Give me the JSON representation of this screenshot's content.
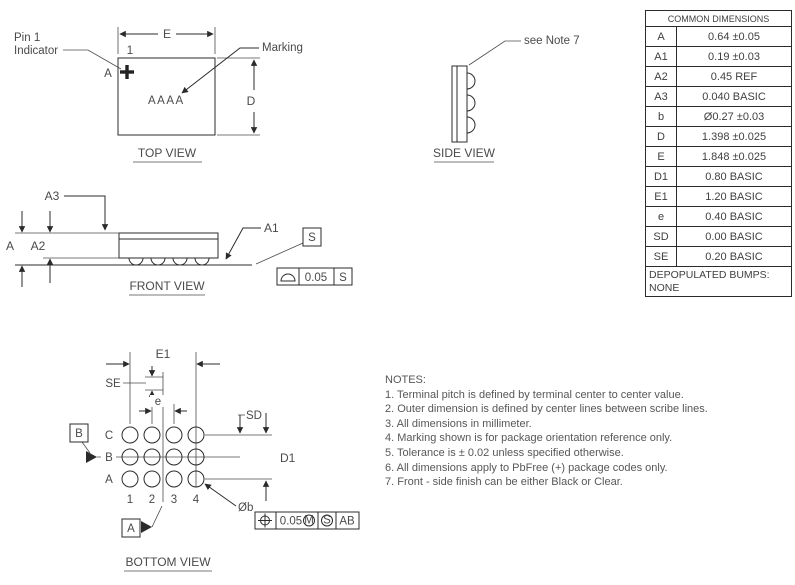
{
  "colors": {
    "ink": "#2b2b2b",
    "text": "#4a4a4a"
  },
  "top_view": {
    "title": "TOP VIEW",
    "pin1_line1": "Pin 1",
    "pin1_line2": "Indicator",
    "pin1_number": "1",
    "datum_a": "A",
    "marking_label": "Marking",
    "marking_text": "AAAA",
    "dim_e": "E",
    "dim_d": "D"
  },
  "side_view": {
    "title": "SIDE VIEW",
    "note_ref": "see Note 7"
  },
  "front_view": {
    "title": "FRONT VIEW",
    "dim_a": "A",
    "dim_a1": "A1",
    "dim_a2": "A2",
    "dim_a3": "A3",
    "datum_s": "S",
    "fcf_tolerance": "0.05",
    "fcf_datum": "S"
  },
  "bottom_view": {
    "title": "BOTTOM VIEW",
    "dim_e1": "E1",
    "dim_se": "SE",
    "dim_e": "e",
    "dim_sd": "SD",
    "dim_d1": "D1",
    "dim_b": "Øb",
    "datum_a": "A",
    "datum_b": "B",
    "row_labels": [
      "C",
      "B",
      "A"
    ],
    "col_labels": [
      "1",
      "2",
      "3",
      "4"
    ],
    "fcf": {
      "tolerance": "0.05",
      "modifier_m": "M",
      "modifier_s": "S",
      "datums": "AB"
    }
  },
  "dimensions_table": {
    "title": "COMMON DIMENSIONS",
    "rows": [
      {
        "s": "A",
        "v": "0.64 ±0.05"
      },
      {
        "s": "A1",
        "v": "0.19 ±0.03"
      },
      {
        "s": "A2",
        "v": "0.45 REF"
      },
      {
        "s": "A3",
        "v": "0.040 BASIC"
      },
      {
        "s": "b",
        "v": "Ø0.27 ±0.03"
      },
      {
        "s": "D",
        "v": "1.398 ±0.025"
      },
      {
        "s": "E",
        "v": "1.848 ±0.025"
      },
      {
        "s": "D1",
        "v": "0.80 BASIC"
      },
      {
        "s": "E1",
        "v": "1.20 BASIC"
      },
      {
        "s": "e",
        "v": "0.40 BASIC"
      },
      {
        "s": "SD",
        "v": "0.00 BASIC"
      },
      {
        "s": "SE",
        "v": "0.20 BASIC"
      }
    ],
    "footer_label": "DEPOPULATED BUMPS:",
    "footer_value": "NONE"
  },
  "notes": {
    "title": "NOTES:",
    "items": [
      "1. Terminal pitch is defined by terminal center to center value.",
      "2. Outer dimension is defined by center lines between scribe lines.",
      "3. All dimensions in millimeter.",
      "4. Marking shown is for package orientation reference only.",
      "5. Tolerance is ± 0.02 unless specified otherwise.",
      "6. All dimensions apply to PbFree (+) package codes only.",
      "7. Front - side finish can be either Black or Clear."
    ]
  }
}
